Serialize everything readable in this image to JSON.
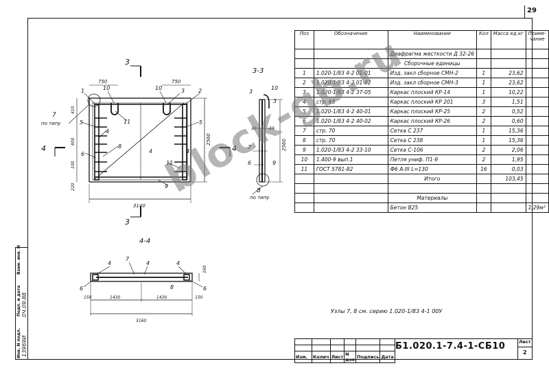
{
  "page_number": "29",
  "spec_table": {
    "headers": [
      "Поз",
      "Обозначение",
      "Наименование",
      "Кол",
      "Масса ед.кг",
      "Приме-чание"
    ],
    "rows": [
      {
        "pos": "",
        "designation": "",
        "name": "Диафрагма жесткости Д 32-26",
        "qty": "",
        "mass": "",
        "note": ""
      },
      {
        "pos": "",
        "designation": "",
        "name": "Сборочные единицы",
        "qty": "",
        "mass": "",
        "note": ""
      },
      {
        "pos": "1",
        "designation": "1.020-1/83 4-2 01-01",
        "name": "Изд. закл сборное СМН-2",
        "qty": "1",
        "mass": "23,62",
        "note": ""
      },
      {
        "pos": "2",
        "designation": "1.020-1/83 4-2 01-02",
        "name": "Изд. закл сборное СМН-3",
        "qty": "1",
        "mass": "23,62",
        "note": ""
      },
      {
        "pos": "3",
        "designation": "1.020-1/83 4-2 37-05",
        "name": "Каркас плоский КР-14",
        "qty": "1",
        "mass": "10,22",
        "note": ""
      },
      {
        "pos": "4",
        "designation": "стр. 68",
        "name": "Каркас плоский КР 201",
        "qty": "3",
        "mass": "1,51",
        "note": ""
      },
      {
        "pos": "5",
        "designation": "1.020-1/83 4-2 40-01",
        "name": "Каркас плоский КР-25",
        "qty": "2",
        "mass": "0,52",
        "note": ""
      },
      {
        "pos": "6",
        "designation": "1.020-1/83 4-2 40-02",
        "name": "Каркас плоский КР-26",
        "qty": "2",
        "mass": "0,60",
        "note": ""
      },
      {
        "pos": "7",
        "designation": "стр. 70",
        "name": "Сетка С 237",
        "qty": "1",
        "mass": "15,36",
        "note": ""
      },
      {
        "pos": "8",
        "designation": "стр. 70",
        "name": "Сетка С 238",
        "qty": "1",
        "mass": "15,36",
        "note": ""
      },
      {
        "pos": "9",
        "designation": "1.020-1/83 4-2 33-10",
        "name": "Сетка С-106",
        "qty": "2",
        "mass": "2,06",
        "note": ""
      },
      {
        "pos": "10",
        "designation": "1.400-9 вып.1",
        "name": "Петля униф. П1-9",
        "qty": "2",
        "mass": "1,95",
        "note": ""
      },
      {
        "pos": "11",
        "designation": "ГОСТ 5781-82",
        "name": "Ф6 А-III  L=130",
        "qty": "16",
        "mass": "0,03",
        "note": ""
      },
      {
        "pos": "",
        "designation": "",
        "name": "Итого",
        "qty": "",
        "mass": "103,45",
        "note": ""
      },
      {
        "pos": "",
        "designation": "",
        "name": "",
        "qty": "",
        "mass": "",
        "note": ""
      },
      {
        "pos": "",
        "designation": "",
        "name": "Материалы",
        "qty": "",
        "mass": "",
        "note": ""
      },
      {
        "pos": "",
        "designation": "",
        "name": "Бетон В25",
        "qty": "",
        "mass": "",
        "note": "1,29м³"
      }
    ]
  },
  "drawing": {
    "section_33_title": "3-3",
    "section_44_title": "4-4",
    "cut_3_label": "3",
    "cut_4_label": "4",
    "label_7": "7",
    "label_8": "8",
    "label_po_tipu": "по типу",
    "main_width_dim": "3140",
    "main_height_dim": "2560",
    "dim_750_left": "750",
    "dim_750_right": "750",
    "dim_410": "410",
    "dim_800": "800",
    "dim_100": "100",
    "dim_220": "220",
    "side_dim_2560": "2560",
    "side_dim_30": "30",
    "side_dim_33": "33",
    "plan_dims": [
      "150",
      "1430",
      "1430",
      "150"
    ],
    "plan_total": "3160",
    "plan_thickness": "160",
    "pos_labels": [
      "1",
      "2",
      "3",
      "4",
      "5",
      "6",
      "8",
      "9",
      "10",
      "11"
    ]
  },
  "note": "Узлы 7, 8 см.  серию  1.020-1/83 4-1  00У",
  "title_block": {
    "columns": [
      "Изм.",
      "Колич",
      "Лист",
      "N док",
      "Подпись",
      "Дата"
    ],
    "code": "Б1.020.1-7.4-1-СБ10",
    "sheet_label": "Лист",
    "sheet_number": "2"
  },
  "side_strip": {
    "labels": [
      "Инв. N подл.",
      "Подп. и дата",
      "Взам. инв. N"
    ],
    "handwritten": [
      "13969И",
      "0Ч.09.88"
    ]
  },
  "watermark": "block-gb.ru"
}
